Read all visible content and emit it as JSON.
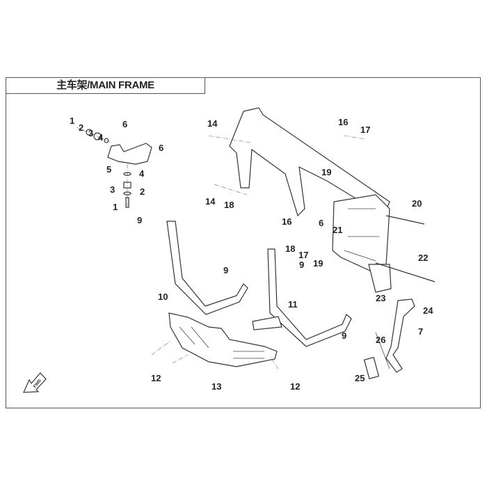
{
  "title": "主车架/MAIN FRAME",
  "fwd_label": "FWD",
  "callouts": [
    "1",
    "2",
    "3",
    "4",
    "6",
    "6",
    "5",
    "4",
    "3",
    "2",
    "1",
    "14",
    "14",
    "18",
    "9",
    "16",
    "17",
    "19",
    "16",
    "6",
    "21",
    "20",
    "18",
    "17",
    "19",
    "9",
    "9",
    "22",
    "10",
    "11",
    "23",
    "24",
    "7",
    "9",
    "26",
    "12",
    "13",
    "12",
    "25"
  ]
}
